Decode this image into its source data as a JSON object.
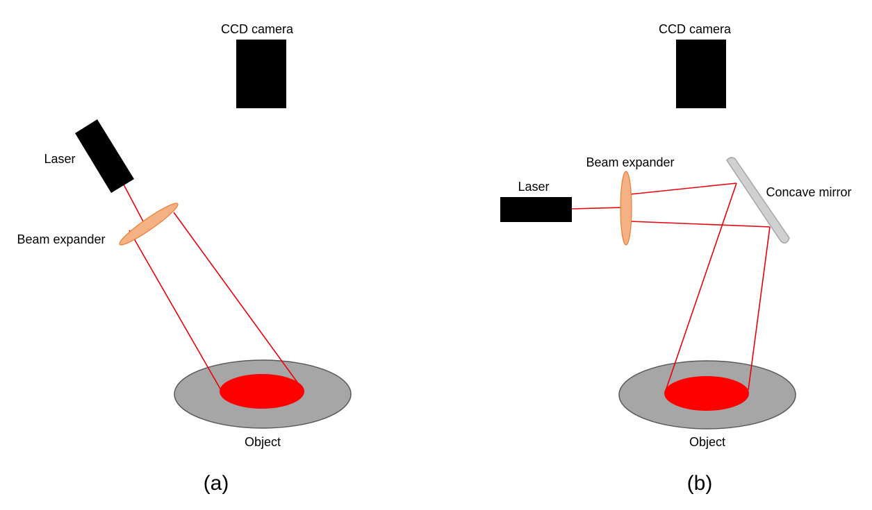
{
  "panel_a": {
    "camera_label": "CCD camera",
    "laser_label": "Laser",
    "expander_label": "Beam expander",
    "object_label": "Object",
    "caption": "(a)"
  },
  "panel_b": {
    "camera_label": "CCD camera",
    "laser_label": "Laser",
    "expander_label": "Beam expander",
    "mirror_label": "Concave mirror",
    "object_label": "Object",
    "caption": "(b)"
  },
  "colors": {
    "device_black": "#000000",
    "beam_red": "#e8000b",
    "spot_red": "#ff0000",
    "object_gray": "#a6a6a6",
    "object_outline": "#595959",
    "lens_fill": "#f4b183",
    "lens_outline": "#ed7d31",
    "mirror_fill": "#d0d0d0",
    "mirror_outline": "#a6a6a6"
  }
}
